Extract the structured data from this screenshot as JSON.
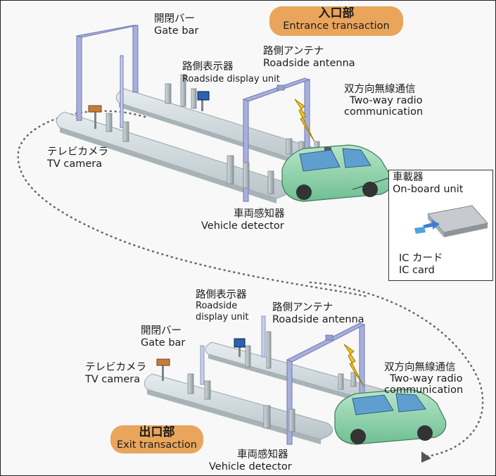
{
  "entrance": {
    "title_jp": "入口部",
    "title_en": "Entrance transaction",
    "gate_bar": {
      "jp": "開閉バー",
      "en": "Gate bar"
    },
    "roadside_display": {
      "jp": "路側表示器",
      "en": "Roadside display unit"
    },
    "roadside_antenna": {
      "jp": "路側アンテナ",
      "en": "Roadside antenna"
    },
    "radio": {
      "jp": "双方向無線通信",
      "en1": "Two-way radio",
      "en2": "communication"
    },
    "tv_camera": {
      "jp": "テレビカメラ",
      "en": "TV camera"
    },
    "vehicle_detector": {
      "jp": "車両感知器",
      "en": "Vehicle detector"
    },
    "on_board_unit": {
      "jp": "車載器",
      "en": "On-board unit"
    },
    "ic_card": {
      "jp": "IC カード",
      "en": "IC card"
    }
  },
  "exit": {
    "title_jp": "出口部",
    "title_en": "Exit transaction",
    "gate_bar": {
      "jp": "開閉バー",
      "en": "Gate bar"
    },
    "roadside_display": {
      "jp": "路側表示器",
      "en1": "Roadside",
      "en2": "display unit"
    },
    "roadside_antenna": {
      "jp": "路側アンテナ",
      "en": "Roadside antenna"
    },
    "radio": {
      "jp": "双方向無線通信",
      "en1": "Two-way radio",
      "en2": "communication"
    },
    "tv_camera": {
      "jp": "テレビカメラ",
      "en": "TV camera"
    },
    "vehicle_detector": {
      "jp": "車両感知器",
      "en": "Vehicle detector"
    }
  },
  "colors": {
    "badge": "#e9a55c",
    "island": "#cfd8dc",
    "gantry": "#9ea6d8",
    "car": "#9fd6b5",
    "lightning": "#f2c21a",
    "display_panel": "#2a62b4"
  }
}
